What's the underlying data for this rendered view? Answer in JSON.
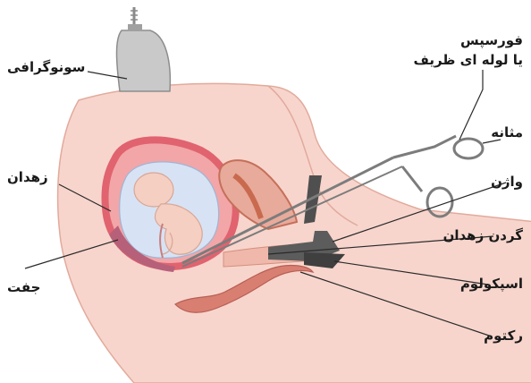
{
  "labels": {
    "ultrasound": "سونوگرافی",
    "forceps_line1": "فورسپس",
    "forceps_line2": "یا لوله ای ظریف",
    "bladder": "مثانه",
    "uterus": "زهدان",
    "vagina": "واژن",
    "cervix": "گردن زهدان",
    "placenta": "جفت",
    "speculum": "اسپکولوم",
    "rectum": "رکتوم"
  },
  "colors": {
    "skin": "#f7d5cc",
    "skin_outline": "#e2aa9c",
    "uterus_wall": "#e0636f",
    "uterus_inner": "#f2a6a8",
    "amniotic": "#d7e3f4",
    "fetus": "#f4cfc2",
    "bladder_fill": "#e8aa9a",
    "tissue_dark": "#c96a4e",
    "instrument": "#7c7c7c",
    "speculum": "#4f4f4f",
    "rectum": "#d87f72",
    "probe": "#b8b8b8"
  }
}
